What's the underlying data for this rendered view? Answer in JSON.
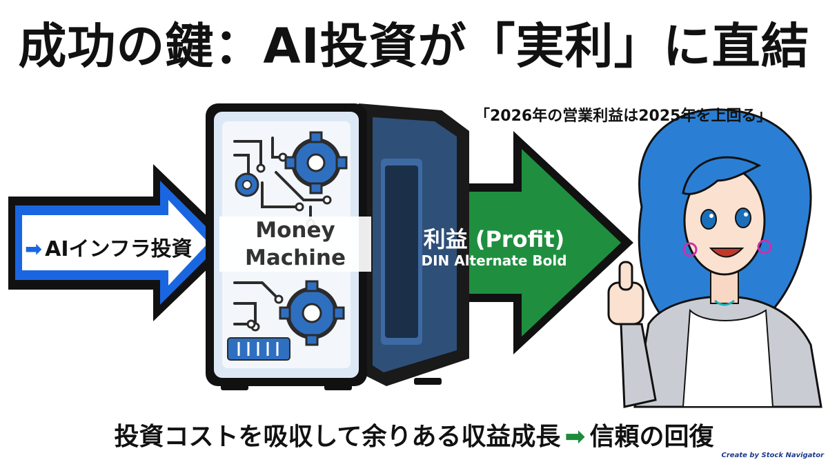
{
  "title": "成功の鍵：AI投資が「実利」に直結",
  "quote": "「2026年の営業利益は2025年を上回る」",
  "input": {
    "arrow_glyph": "➡",
    "label": "AIインフラ投資"
  },
  "machine": {
    "line1": "Money",
    "line2": "Machine"
  },
  "output": {
    "label": "利益 (Profit)",
    "sublabel": "DIN Alternate Bold"
  },
  "caption": {
    "left": "投資コストを吸収して余りある収益成長",
    "arrow_glyph": "➡",
    "right": "信頼の回復"
  },
  "credit": "Create by Stock Navigator",
  "colors": {
    "input_arrow_fill": "#ffffff",
    "input_arrow_border": "#1a66e0",
    "output_arrow_fill": "#1f8f3f",
    "machine_accent": "#2f6fc0",
    "caption_arrow": "#1e8a3c",
    "hair": "#2a7fd4"
  }
}
